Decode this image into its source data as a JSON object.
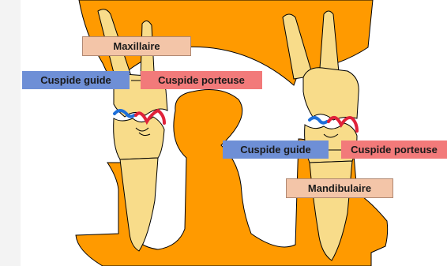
{
  "labels": {
    "maxillaire": "Maxillaire",
    "mandibulaire": "Mandibulaire",
    "left_guide": "Cuspide guide",
    "left_porteuse": "Cuspide porteuse",
    "right_guide": "Cuspide guide",
    "right_porteuse": "Cuspide porteuse"
  },
  "colors": {
    "background": "#f3f3f3",
    "panel": "#ffffff",
    "jaw": "#ff9a00",
    "tooth": "#f8dc8a",
    "outline": "#000000",
    "guide": "#6e8fd6",
    "porteuse": "#f27a7a",
    "jaw_label": "#f3c5a8",
    "guide_contact": "#1e6fd9",
    "porteuse_contact": "#e0223a"
  }
}
